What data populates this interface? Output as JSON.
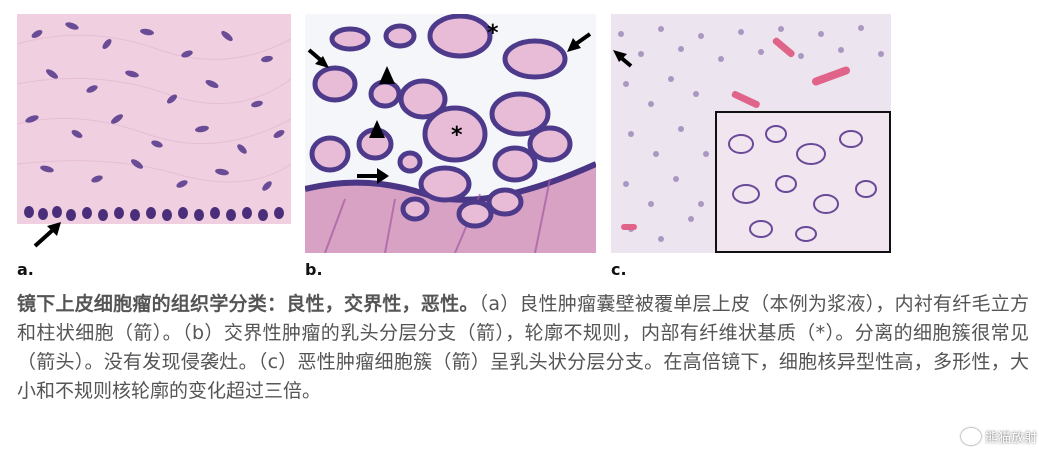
{
  "figure": {
    "panel_labels": [
      "a.",
      "b.",
      "c."
    ],
    "markers": {
      "asterisk": "*"
    },
    "watermark": "熊猫放射"
  },
  "caption": {
    "bold": "镜下上皮细胞瘤的组织学分类：良性，交界性，恶性。",
    "text": "（a）良性肿瘤囊壁被覆单层上皮（本例为浆液），内衬有纤毛立方和柱状细胞（箭）。（b）交界性肿瘤的乳头分层分支（箭），轮廓不规则，内部有纤维状基质（*）。分离的细胞簇很常见（箭头）。没有发现侵袭灶。（c）恶性肿瘤细胞簇（箭）呈乳头状分层分支。在高倍镜下，细胞核异型性高，多形性，大小和不规则核轮廓的变化超过三倍。"
  },
  "colors": {
    "stain_pink": "#ecc6dc",
    "nucleus": "#5a3a8a",
    "caption_text": "#555555"
  }
}
